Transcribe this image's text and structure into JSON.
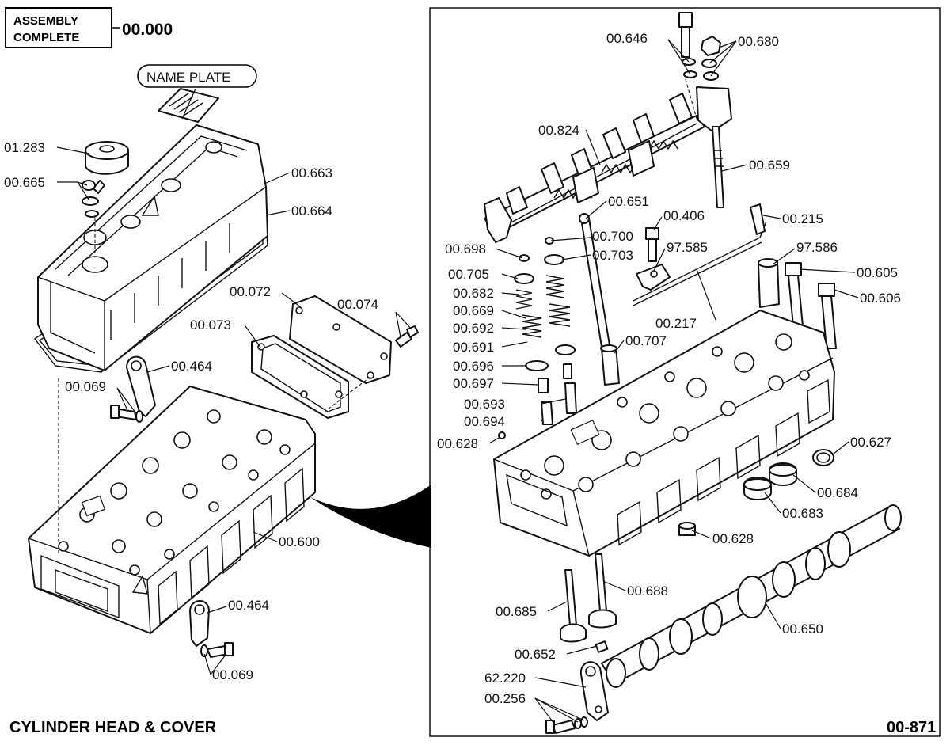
{
  "header": {
    "assembly_line1": "ASSEMBLY",
    "assembly_line2": "COMPLETE",
    "assembly_code": "00.000",
    "name_plate": "NAME PLATE"
  },
  "footer": {
    "title": "CYLINDER HEAD & COVER",
    "page_code": "00-871"
  },
  "left_callouts": {
    "cap": "01.283",
    "cap_washers": "00.665",
    "cover": "00.663",
    "cover_gasket": "00.664",
    "plate_gasket": "00.073",
    "plate": "00.072",
    "plate_bolt": "00.074",
    "hanger_top": "00.464",
    "bolt_top": "00.069",
    "head": "00.600",
    "hanger_bottom": "00.464",
    "bolt_bottom": "00.069"
  },
  "right_callouts": {
    "bolt_top": "00.646",
    "nuts_top": "00.680",
    "rocker_shaft": "00.824",
    "stud": "00.659",
    "push_rod": "00.651",
    "bolt_406": "00.406",
    "injector_line": "00.215",
    "cap_698": "00.698",
    "seal_700": "00.700",
    "washer_703": "00.703",
    "bracket": "97.585",
    "sleeve": "97.586",
    "retainer_705": "00.705",
    "spring_682": "00.682",
    "spring_669": "00.669",
    "spring_692": "00.692",
    "spring_691": "00.691",
    "seat_696": "00.696",
    "seal_697": "00.697",
    "guide_693": "00.693",
    "guide_694": "00.694",
    "tappet_707": "00.707",
    "line_217": "00.217",
    "bolt_605": "00.605",
    "bolt_606": "00.606",
    "plug_628_top": "00.628",
    "plug_627": "00.627",
    "plug_684": "00.684",
    "plug_683": "00.683",
    "plug_628_bottom": "00.628",
    "valve_685": "00.685",
    "valve_688": "00.688",
    "camshaft": "00.650",
    "key_652": "00.652",
    "plate_62220": "62.220",
    "bolt_256": "00.256"
  }
}
